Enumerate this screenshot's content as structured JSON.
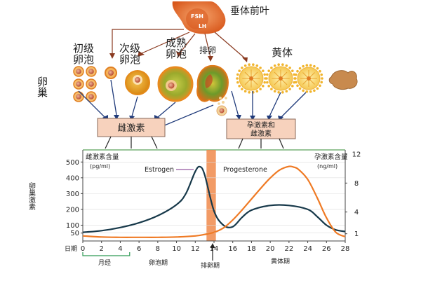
{
  "pituitary": {
    "label": "垂体前叶",
    "fsh": "FSH",
    "lh": "LH"
  },
  "ovary_label": "卵巢",
  "stage_labels": {
    "primary": "初级卵泡",
    "secondary": "次级卵泡",
    "mature": "成熟卵泡",
    "ovulation": "排卵",
    "corpus_luteum": "黄体"
  },
  "boxes": {
    "estrogen": "雌激素",
    "prog_line1": "孕激素和",
    "prog_line2": "雌激素"
  },
  "y_axis_title": "卵巢激素",
  "colors": {
    "estrogen": "#17394a",
    "progesterone": "#ef7a24",
    "box_fill": "#f7d2bd",
    "pituitary": "#e8742b",
    "follicle_arrow": "#8a3a20",
    "box_arrow": "#1f3a7a",
    "ovulation_band": "#f08a4b",
    "menses": "#2e9a54",
    "grid_top": "#5aa05a"
  },
  "chart_data": {
    "type": "line",
    "x_label": "日期",
    "x_ticks": [
      0,
      2,
      4,
      6,
      8,
      10,
      12,
      14,
      16,
      18,
      20,
      22,
      24,
      26,
      28
    ],
    "xlim": [
      0,
      28
    ],
    "left_axis": {
      "title": "雌激素含量",
      "unit": "(pg/ml)",
      "ticks": [
        50,
        100,
        200,
        300,
        400,
        500
      ],
      "ylim": [
        0,
        550
      ]
    },
    "right_axis": {
      "title": "孕激素含量",
      "unit": "(ng/ml)",
      "ticks": [
        1,
        4,
        8,
        12
      ],
      "ylim": [
        0,
        12
      ]
    },
    "series": [
      {
        "name": "Estrogen",
        "axis": "left",
        "x": [
          0,
          2,
          4,
          6,
          8,
          10,
          11,
          12,
          12.5,
          13,
          14,
          15,
          16,
          17,
          18,
          20,
          22,
          24,
          25,
          26,
          27,
          28
        ],
        "y": [
          55,
          65,
          85,
          115,
          160,
          230,
          300,
          440,
          470,
          420,
          190,
          100,
          90,
          150,
          195,
          225,
          225,
          200,
          155,
          100,
          70,
          60
        ]
      },
      {
        "name": "Progesterone",
        "axis": "right",
        "x": [
          0,
          2,
          4,
          6,
          8,
          10,
          12,
          13,
          14,
          15,
          16,
          17,
          18,
          19,
          20,
          21,
          22,
          22.5,
          23,
          24,
          25,
          26,
          27,
          28
        ],
        "y": [
          0.7,
          0.55,
          0.5,
          0.5,
          0.5,
          0.55,
          0.7,
          0.9,
          1.2,
          1.8,
          2.9,
          4.3,
          5.8,
          7.3,
          8.7,
          9.8,
          10.3,
          10.2,
          9.9,
          8.5,
          6.0,
          3.2,
          1.2,
          0.6
        ]
      }
    ],
    "series_labels": {
      "estrogen": "Estrogen",
      "progesterone": "Progesterone"
    },
    "ovulation_band": [
      13.2,
      14.2
    ],
    "phases": {
      "menses": "月经",
      "follicular": "卵泡期",
      "ovulation": "排卵期",
      "luteal": "黄体期"
    }
  }
}
